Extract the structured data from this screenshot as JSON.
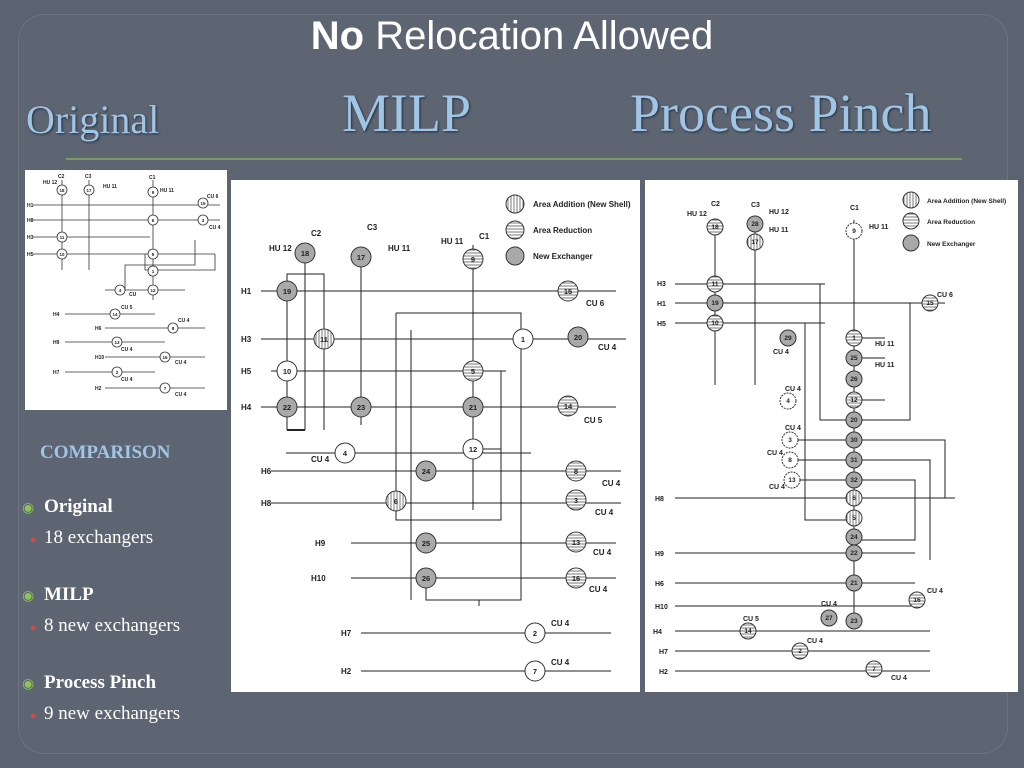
{
  "title": {
    "bold": "No",
    "rest": " Relocation Allowed"
  },
  "subtitles": {
    "original": "Original",
    "milp": "MILP",
    "pinch": "Process Pinch"
  },
  "comparison": {
    "heading": "COMPARISON",
    "items": [
      {
        "label": "Original",
        "detail": "18 exchangers"
      },
      {
        "label": "MILP",
        "detail": "8 new exchangers"
      },
      {
        "label": "Process Pinch",
        "detail": "9 new exchangers"
      }
    ]
  },
  "legend": {
    "area_addition": "Area Addition (New Shell)",
    "area_reduction": "Area Reduction",
    "new_exchanger": "New Exchanger"
  },
  "colors": {
    "background": "#5b6270",
    "subtitle": "#9fc6e6",
    "rule": "#7d9a63",
    "bullet": "#8cc258",
    "new_exchanger": "#a9a9a9"
  },
  "icons": {
    "bullet": "ring-bullet-icon",
    "sub_bullet": "dot-icon"
  },
  "diagrams": {
    "original": {
      "stream_labels": [
        "H1",
        "H8",
        "H3",
        "H5",
        "H4",
        "H6",
        "H9",
        "H10",
        "H7",
        "H2",
        "C2",
        "C3",
        "C1"
      ],
      "utility_labels": [
        "HU 12",
        "HU 11",
        "HU 11",
        "CU 6",
        "CU 4",
        "CU",
        "CU 5",
        "CU 4",
        "CU 4",
        "CU 4",
        "CU 4",
        "CU 4"
      ],
      "exchangers": [
        "18",
        "17",
        "9",
        "15",
        "6",
        "3",
        "11",
        "10",
        "5",
        "1",
        "4",
        "12",
        "14",
        "8",
        "13",
        "16",
        "2",
        "7"
      ]
    },
    "milp": {
      "stream_labels": [
        "H1",
        "H3",
        "H5",
        "H4",
        "H6",
        "H8",
        "H9",
        "H10",
        "H7",
        "H2",
        "C2",
        "C3",
        "C1"
      ],
      "utility_labels": [
        "HU 12",
        "HU 11",
        "HU 11",
        "CU 6",
        "CU 4",
        "CU 5",
        "CU 4",
        "CU 4",
        "CU 4",
        "CU 4",
        "CU 4",
        "CU 4",
        "CU 4"
      ],
      "exchangers": [
        "18",
        "17",
        "9",
        "19",
        "15",
        "11",
        "1",
        "20",
        "10",
        "5",
        "22",
        "23",
        "21",
        "14",
        "4",
        "12",
        "24",
        "8",
        "6",
        "3",
        "25",
        "13",
        "26",
        "16",
        "2",
        "7"
      ]
    },
    "pinch": {
      "stream_labels": [
        "H3",
        "H1",
        "H5",
        "H8",
        "H9",
        "H6",
        "H10",
        "H4",
        "H7",
        "H2",
        "C2",
        "C3",
        "C1"
      ],
      "utility_labels": [
        "HU 12",
        "HU 12",
        "HU 11",
        "HU 11",
        "CU 6",
        "CU 4",
        "HU 11",
        "HU 11",
        "CU 4",
        "CU 4",
        "CU 4",
        "CU 4",
        "CU 4",
        "CU 4",
        "CU 4",
        "CU 5",
        "CU 4",
        "CU 4"
      ],
      "exchangers": [
        "18",
        "28",
        "17",
        "9",
        "11",
        "19",
        "15",
        "10",
        "29",
        "1",
        "25",
        "26",
        "4",
        "12",
        "20",
        "3",
        "30",
        "8",
        "31",
        "13",
        "32",
        "6",
        "5",
        "24",
        "22",
        "21",
        "16",
        "27",
        "23",
        "14",
        "2",
        "7"
      ]
    }
  }
}
